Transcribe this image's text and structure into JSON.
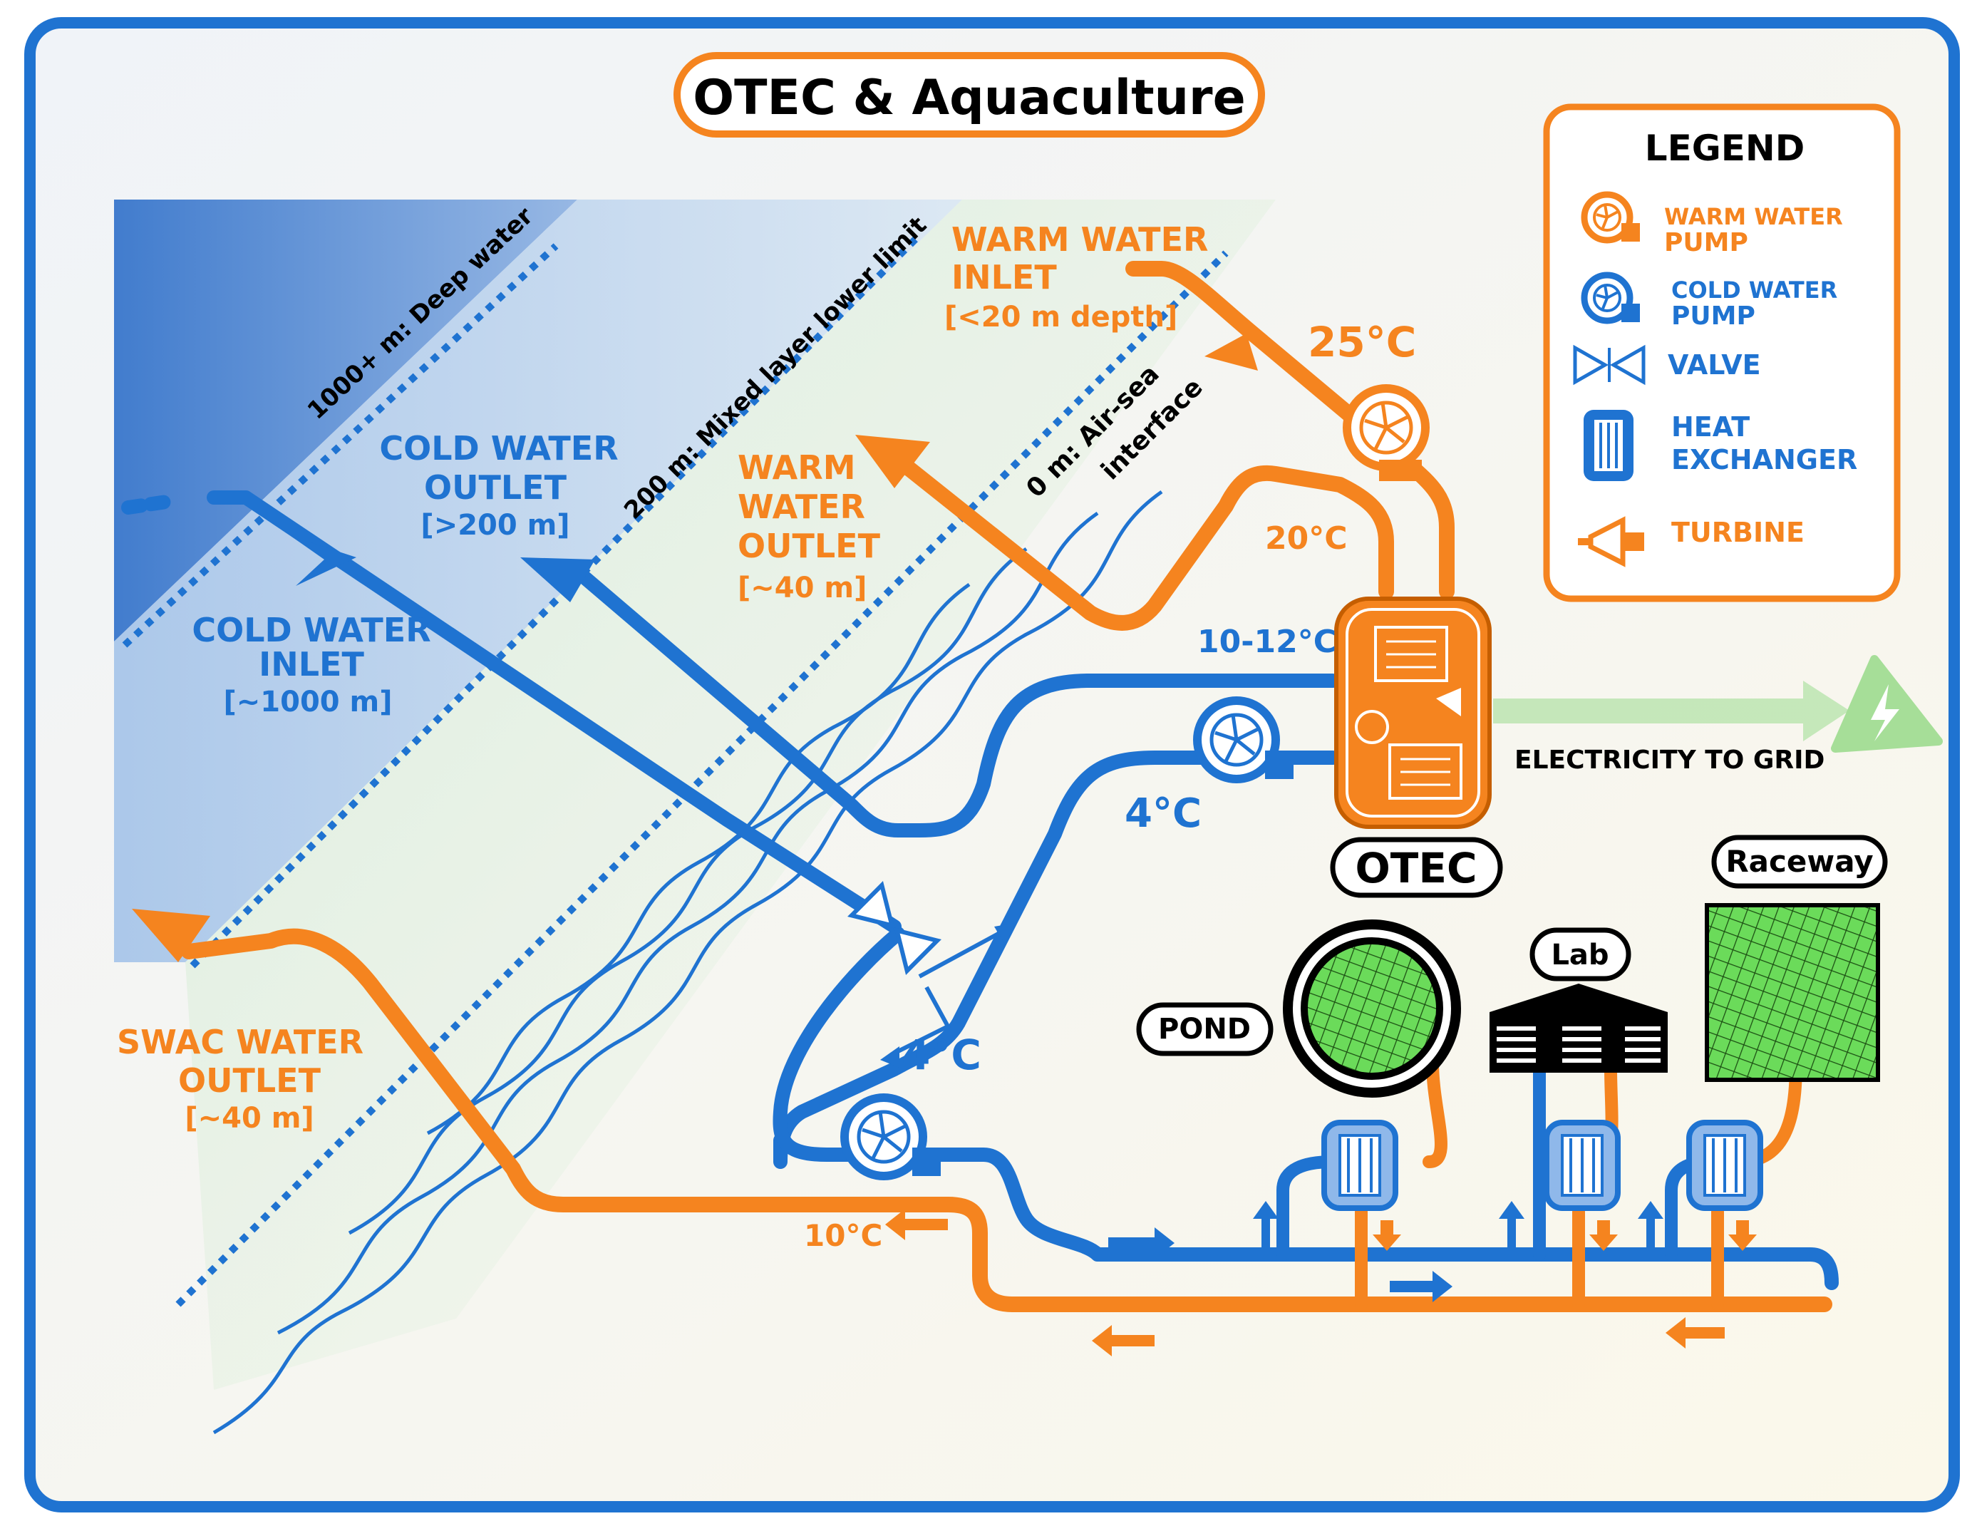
{
  "title": "OTEC & Aquaculture",
  "colors": {
    "warm": "#F5841F",
    "cold": "#1F73D1",
    "frame": "#1F73D1",
    "green": "#6BDB5A",
    "ink": "#000000"
  },
  "depth_lines": {
    "deep": "1000+ m: Deep water",
    "mixed": "200 m: Mixed layer lower limit",
    "surface_line1": "0 m: Air-sea",
    "surface_line2": "interface"
  },
  "labels": {
    "warm_inlet": {
      "line1": "WARM  WATER",
      "line2": "INLET",
      "line3": "[<20 m depth]"
    },
    "warm_outlet": {
      "line1": "WARM",
      "line2": "WATER",
      "line3": "OUTLET",
      "line4": "[~40 m]"
    },
    "cold_outlet": {
      "line1": "COLD WATER",
      "line2": "OUTLET",
      "line3": "[>200 m]"
    },
    "cold_inlet": {
      "line1": "COLD WATER",
      "line2": "INLET",
      "line3": "[~1000 m]"
    },
    "swac_outlet": {
      "line1": "SWAC WATER",
      "line2": "OUTLET",
      "line3": "[~40 m]"
    }
  },
  "temperatures": {
    "t25": "25°C",
    "t20": "20°C",
    "t10_12": "10-12°C",
    "t4_top": "4°C",
    "t4_mid": "4°C",
    "t10": "10°C"
  },
  "electricity": "ELECTRICITY  TO GRID",
  "facilities": {
    "otec": "OTEC",
    "raceway": "Raceway",
    "lab": "Lab",
    "pond": "POND"
  },
  "legend": {
    "title": "LEGEND",
    "items": [
      {
        "icon": "warm-pump-icon",
        "line1": "WARM WATER",
        "line2": "PUMP"
      },
      {
        "icon": "cold-pump-icon",
        "line1": "COLD WATER",
        "line2": "PUMP"
      },
      {
        "icon": "valve-icon",
        "line1": "VALVE",
        "line2": ""
      },
      {
        "icon": "heat-exchanger-icon",
        "line1": "HEAT",
        "line2": "EXCHANGER"
      },
      {
        "icon": "turbine-icon",
        "line1": "TURBINE",
        "line2": ""
      }
    ]
  }
}
